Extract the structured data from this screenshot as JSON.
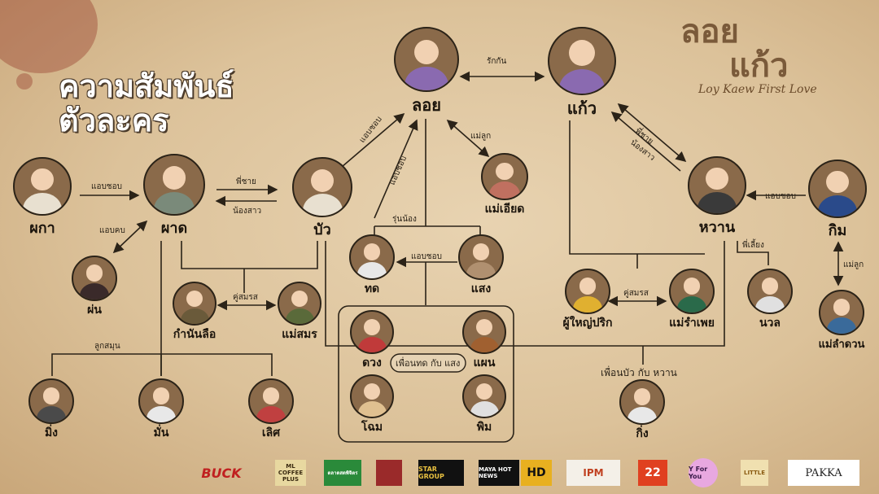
{
  "title": {
    "line1": "ความสัมพันธ์",
    "line2": "ตัวละคร"
  },
  "brand": {
    "thai_line1": "ลอย",
    "thai_line2": "แก้ว",
    "english": "Loy Kaew First Love"
  },
  "characters": {
    "loy": "ลอย",
    "kaew": "แก้ว",
    "pakha": "ผกา",
    "phat": "ผาด",
    "bua": "บัว",
    "mae_iad": "แม่เอียด",
    "phon": "ผ่น",
    "thot": "ทด",
    "saeng": "แสง",
    "kamnan_lue": "กำนันลือ",
    "mae_samon": "แม่สมร",
    "duang": "ดวง",
    "phaen": "แผน",
    "chom": "โฉม",
    "phim": "พิม",
    "ming": "มิ่ง",
    "man": "มั่น",
    "loet": "เลิศ",
    "waan": "หวาน",
    "kim": "กิม",
    "phuyai_prik": "ผู้ใหญ่ปริก",
    "mae_rampoei": "แม่รำเพย",
    "nuan": "นวล",
    "mae_lamduan": "แม่ลำดวน",
    "king": "กิ่ง"
  },
  "relations": {
    "rak_kan": "รักกัน",
    "aep_chop": "แอบชอบ",
    "mae_luk": "แม่ลูก",
    "phi_chai": "พี่ชาย",
    "nong_sao": "น้องสาว",
    "aep_khop": "แอบคบ",
    "run_nong": "รุ่นน้อง",
    "khu_somrot": "คู่สมรส",
    "luk_somun": "ลูกสมุน",
    "friends_thot_saeng": "เพื่อนทด กับ แสง",
    "phi_liang": "พี่เลี้ยง",
    "friends_bua_waan": "เพื่อนบัว กับ หวาน"
  },
  "sponsors": [
    "BUCK",
    "ML COFFEE PLUS",
    "ตลาดสดพิจิตร",
    "",
    "STAR GROUP",
    "MAYA HOT NEWS",
    "HD",
    "IPM",
    "22",
    "Y For You",
    "LITTLE",
    "PAKKA"
  ],
  "colors": {
    "background": "#dcc29a",
    "line": "#2b2318",
    "title": "#ffffff"
  }
}
